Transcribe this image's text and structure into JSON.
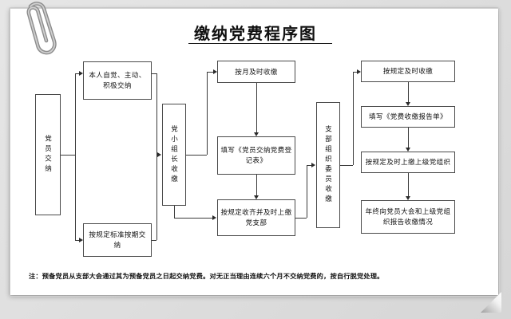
{
  "document": {
    "title": "缴纳党费程序图",
    "note": "注：预备党员从支部大会通过其为预备党员之日起交纳党费。对无正当理由连续六个月不交纳党费的，按自行脱党处理。"
  },
  "flow": {
    "nodes": [
      {
        "id": "member-pay",
        "label": "党员交纳",
        "orientation": "vertical"
      },
      {
        "id": "self-initiative",
        "label": "本人自觉、主动、积极交纳",
        "orientation": "horizontal"
      },
      {
        "id": "standard-ontime",
        "label": "按规定标准按期交纳",
        "orientation": "horizontal"
      },
      {
        "id": "group-leader",
        "label": "党小组长收缴",
        "orientation": "vertical"
      },
      {
        "id": "monthly-collect",
        "label": "按月及时收缴",
        "orientation": "horizontal"
      },
      {
        "id": "fill-register",
        "label": "填写《党员交纳党费登记表》",
        "orientation": "horizontal"
      },
      {
        "id": "collect-to-branch",
        "label": "按规定收齐并及时上缴党支部",
        "orientation": "horizontal"
      },
      {
        "id": "branch-org-member",
        "label": "支部组织委员收缴",
        "orientation": "vertical"
      },
      {
        "id": "collect-as-rule",
        "label": "按规定及时收缴",
        "orientation": "horizontal"
      },
      {
        "id": "fill-report",
        "label": "填写《党费收缴报告单》",
        "orientation": "horizontal"
      },
      {
        "id": "remit-upper",
        "label": "按规定及时上缴上级党组织",
        "orientation": "horizontal"
      },
      {
        "id": "year-end-report",
        "label": "年终向党员大会和上级党组织报告收缴情况",
        "orientation": "horizontal"
      }
    ]
  },
  "decor": {
    "paperclip": "paperclip-icon",
    "page_curl": "page-curl-corner"
  }
}
